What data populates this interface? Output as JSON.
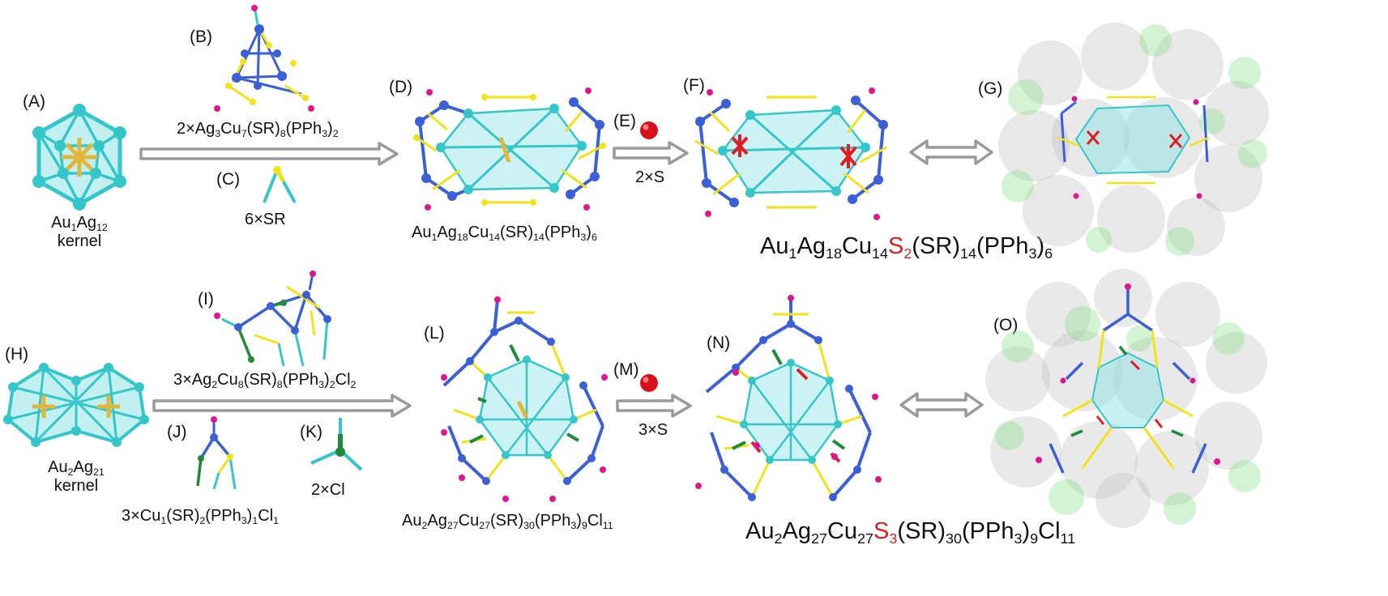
{
  "colors": {
    "ag_cyan": "#35c6c9",
    "cu_blue": "#3b5fd6",
    "s_yellow": "#f2e21a",
    "p_magenta": "#e0168f",
    "cl_green": "#1f8a3a",
    "au_gold": "#e2b63a",
    "sulfur_red": "#e31b23",
    "arrow_gray": "#9a9a9a"
  },
  "row_top": {
    "labels": {
      "a": "(A)",
      "b": "(B)",
      "c": "(C)",
      "d": "(D)",
      "e": "(E)",
      "f": "(F)",
      "g": "(G)"
    },
    "kernel_a": {
      "line1": [
        "Au",
        "1",
        "Ag",
        "12"
      ],
      "line2": "kernel"
    },
    "reagent_b": [
      "2×Ag",
      "3",
      "Cu",
      "7",
      "(SR)",
      "8",
      "(PPh",
      "3",
      ")",
      "2"
    ],
    "reagent_c": "6×SR",
    "product_d": [
      "Au",
      "1",
      "Ag",
      "18",
      "Cu",
      "14",
      "(SR)",
      "14",
      "(PPh",
      "3",
      ")",
      "6"
    ],
    "reagent_e": "2×S",
    "product_f": [
      "Au",
      "1",
      "Ag",
      "18",
      "Cu",
      "14",
      "S",
      "2",
      "(SR)",
      "14",
      "(PPh",
      "3",
      ")",
      "6"
    ]
  },
  "row_bottom": {
    "labels": {
      "h": "(H)",
      "i": "(I)",
      "j": "(J)",
      "k": "(K)",
      "l": "(L)",
      "m": "(M)",
      "n": "(N)",
      "o": "(O)"
    },
    "kernel_h": {
      "line1": [
        "Au",
        "2",
        "Ag",
        "21"
      ],
      "line2": "kernel"
    },
    "reagent_i": [
      "3×Ag",
      "2",
      "Cu",
      "8",
      "(SR)",
      "8",
      "(PPh",
      "3",
      ")",
      "2",
      "Cl",
      "2"
    ],
    "reagent_j": [
      "3×Cu",
      "1",
      "(SR)",
      "2",
      "(PPh",
      "3",
      ")",
      "1",
      "Cl",
      "1"
    ],
    "reagent_k": "2×Cl",
    "product_l": [
      "Au",
      "2",
      "Ag",
      "27",
      "Cu",
      "27",
      "(SR)",
      "30",
      "(PPh",
      "3",
      ")",
      "9",
      "Cl",
      "11"
    ],
    "reagent_m": "3×S",
    "product_n": [
      "Au",
      "2",
      "Ag",
      "27",
      "Cu",
      "27",
      "S",
      "3",
      "(SR)",
      "30",
      "(PPh",
      "3",
      ")",
      "9",
      "Cl",
      "11"
    ]
  }
}
